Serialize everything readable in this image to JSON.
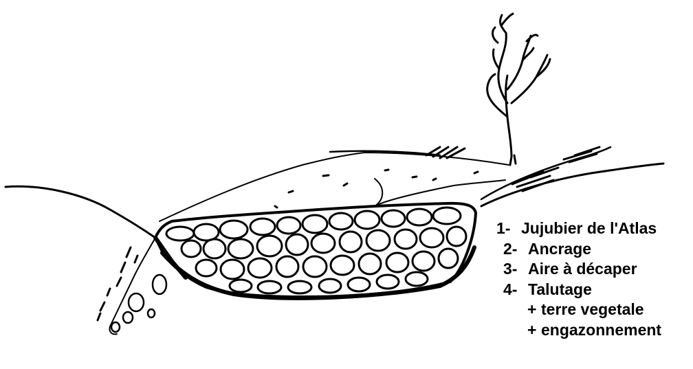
{
  "diagram": {
    "legend": [
      {
        "number": "1-",
        "label": "Jujubier de l'Atlas"
      },
      {
        "number": "2-",
        "label": "Ancrage"
      },
      {
        "number": "3-",
        "label": "Aire à décaper"
      },
      {
        "number": "4-",
        "label": "Talutage"
      }
    ],
    "sub_items": [
      {
        "prefix": "+",
        "label": "terre vegetale"
      },
      {
        "prefix": "+",
        "label": "engazonnement"
      }
    ]
  },
  "colors": {
    "ink": "#000000",
    "paper": "#ffffff"
  }
}
